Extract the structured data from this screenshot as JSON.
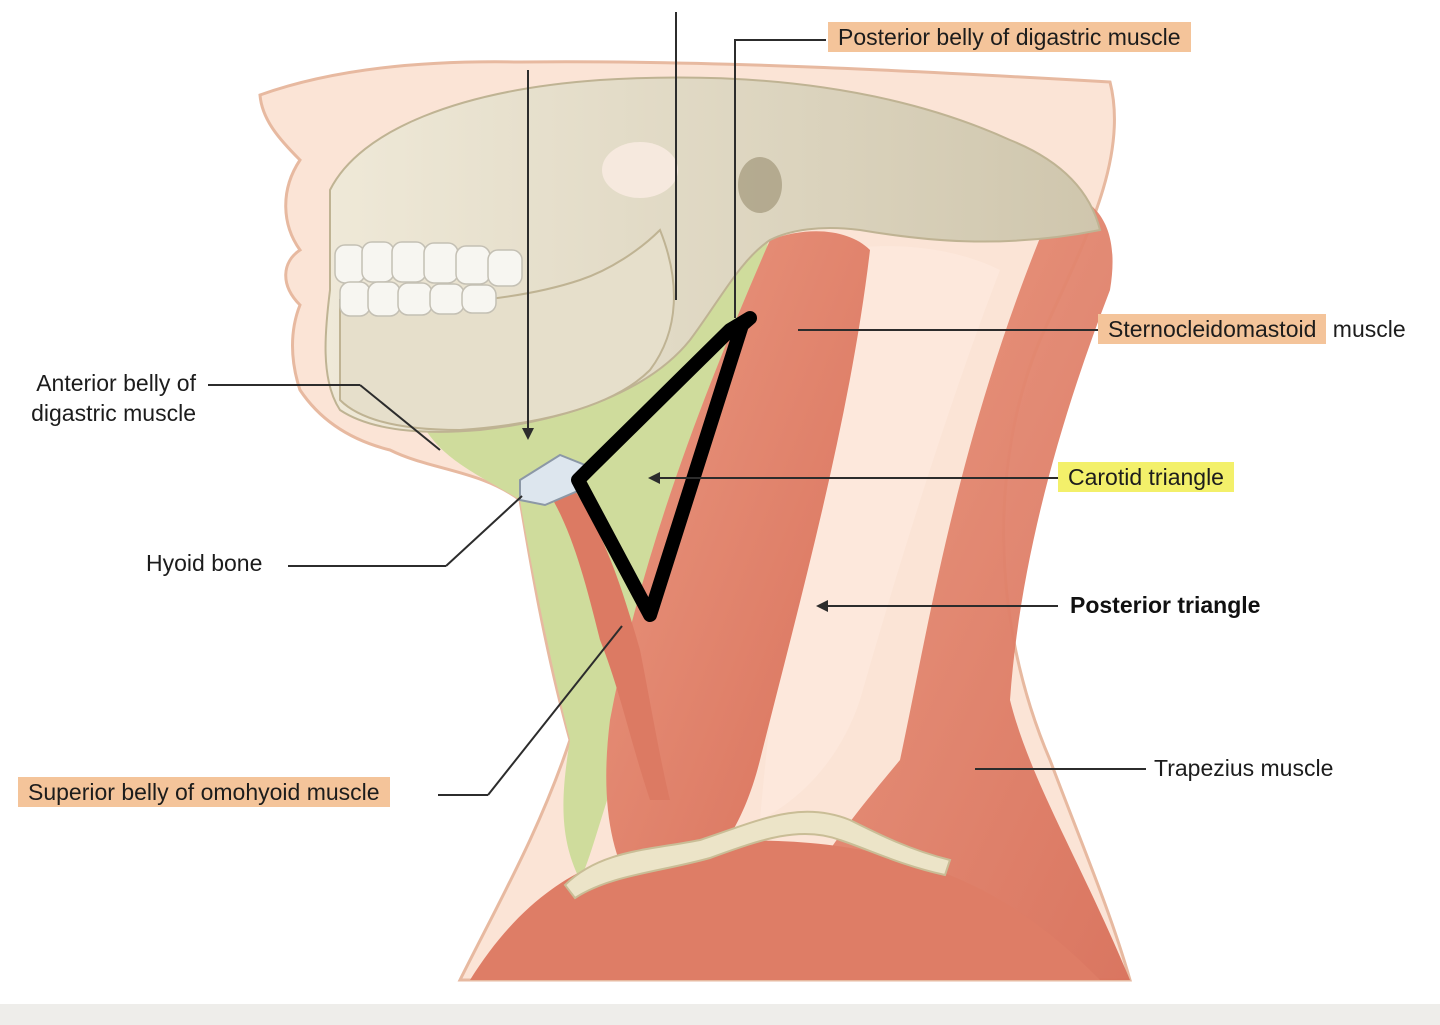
{
  "labels": {
    "posterior_digastric": "Posterior belly of digastric muscle",
    "sternocleidomastoid": "Sternocleidomastoid",
    "sternocleidomastoid_suffix": " muscle",
    "anterior_digastric": "Anterior belly of\ndigastric muscle",
    "carotid_triangle": "Carotid triangle",
    "hyoid_bone": "Hyoid bone",
    "posterior_triangle": "Posterior triangle",
    "trapezius": "Trapezius muscle",
    "superior_omohyoid": "Superior belly of omohyoid muscle"
  },
  "colors": {
    "highlight_orange": "#f4c49a",
    "highlight_yellow": "#f3f06a",
    "muscle": "#e0806a",
    "skin": "#fbe3d4",
    "bone": "#e8e2d0",
    "anterior_triangle_fill": "#cfdc9c",
    "triangle_outline": "#000000"
  }
}
